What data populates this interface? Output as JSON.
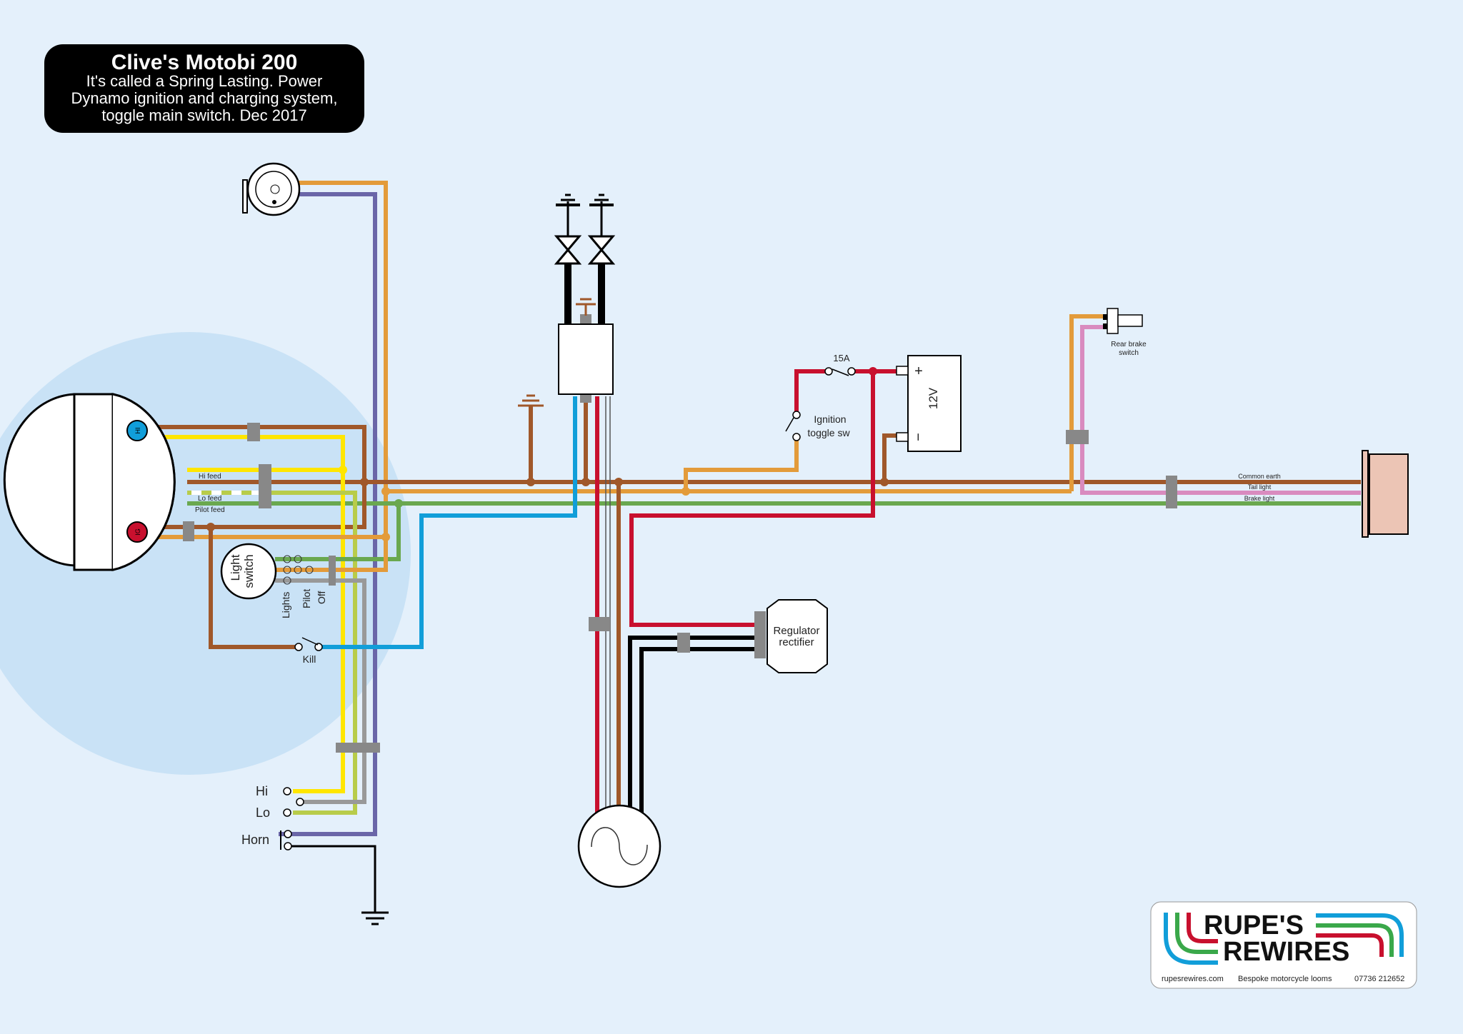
{
  "title_box": {
    "title": "Clive's Motobi 200",
    "line1": "It's called a Spring Lasting. Power",
    "line2": "Dynamo ignition and charging system,",
    "line3": "toggle main switch. Dec 2017"
  },
  "colors": {
    "background": "#e4f0fb",
    "headlight_zone": "#c9e2f6",
    "brown": "#a0582a",
    "orange": "#e39b3a",
    "purple": "#6a66a8",
    "yellow": "#ffe600",
    "light_green": "#b8cc4a",
    "green": "#6aa84f",
    "blue": "#119ed9",
    "red": "#c8102e",
    "grey": "#999999",
    "pink": "#d98bbf",
    "black": "#000000",
    "connector": "#888888",
    "tail_light": "#ecc5b5"
  },
  "headlight": {
    "hi_badge": "HI",
    "ig_badge": "IG",
    "labels": [
      "Hi feed",
      "Lo feed",
      "Pilot feed"
    ]
  },
  "light_switch": {
    "label_line1": "Light",
    "label_line2": "switch",
    "positions": [
      "Lights",
      "Pilot",
      "Off"
    ]
  },
  "kill_switch": {
    "label": "Kill"
  },
  "handlebar": {
    "hi": "Hi",
    "lo": "Lo",
    "horn": "Horn"
  },
  "fuse": {
    "label": "15A"
  },
  "ignition_switch": {
    "line1": "Ignition",
    "line2": "toggle sw"
  },
  "battery": {
    "voltage": "12V",
    "plus": "+",
    "minus": "−"
  },
  "brake_switch": {
    "line1": "Rear brake",
    "line2": "switch"
  },
  "rear_wires": [
    "Common earth",
    "Tail light",
    "Brake light"
  ],
  "regulator": {
    "line1": "Regulator",
    "line2": "rectifier"
  },
  "logo": {
    "line1": "RUPE'S",
    "line2": "REWIRES",
    "website": "rupesrewires.com",
    "tagline": "Bespoke motorcycle looms",
    "phone": "07736 212652"
  }
}
